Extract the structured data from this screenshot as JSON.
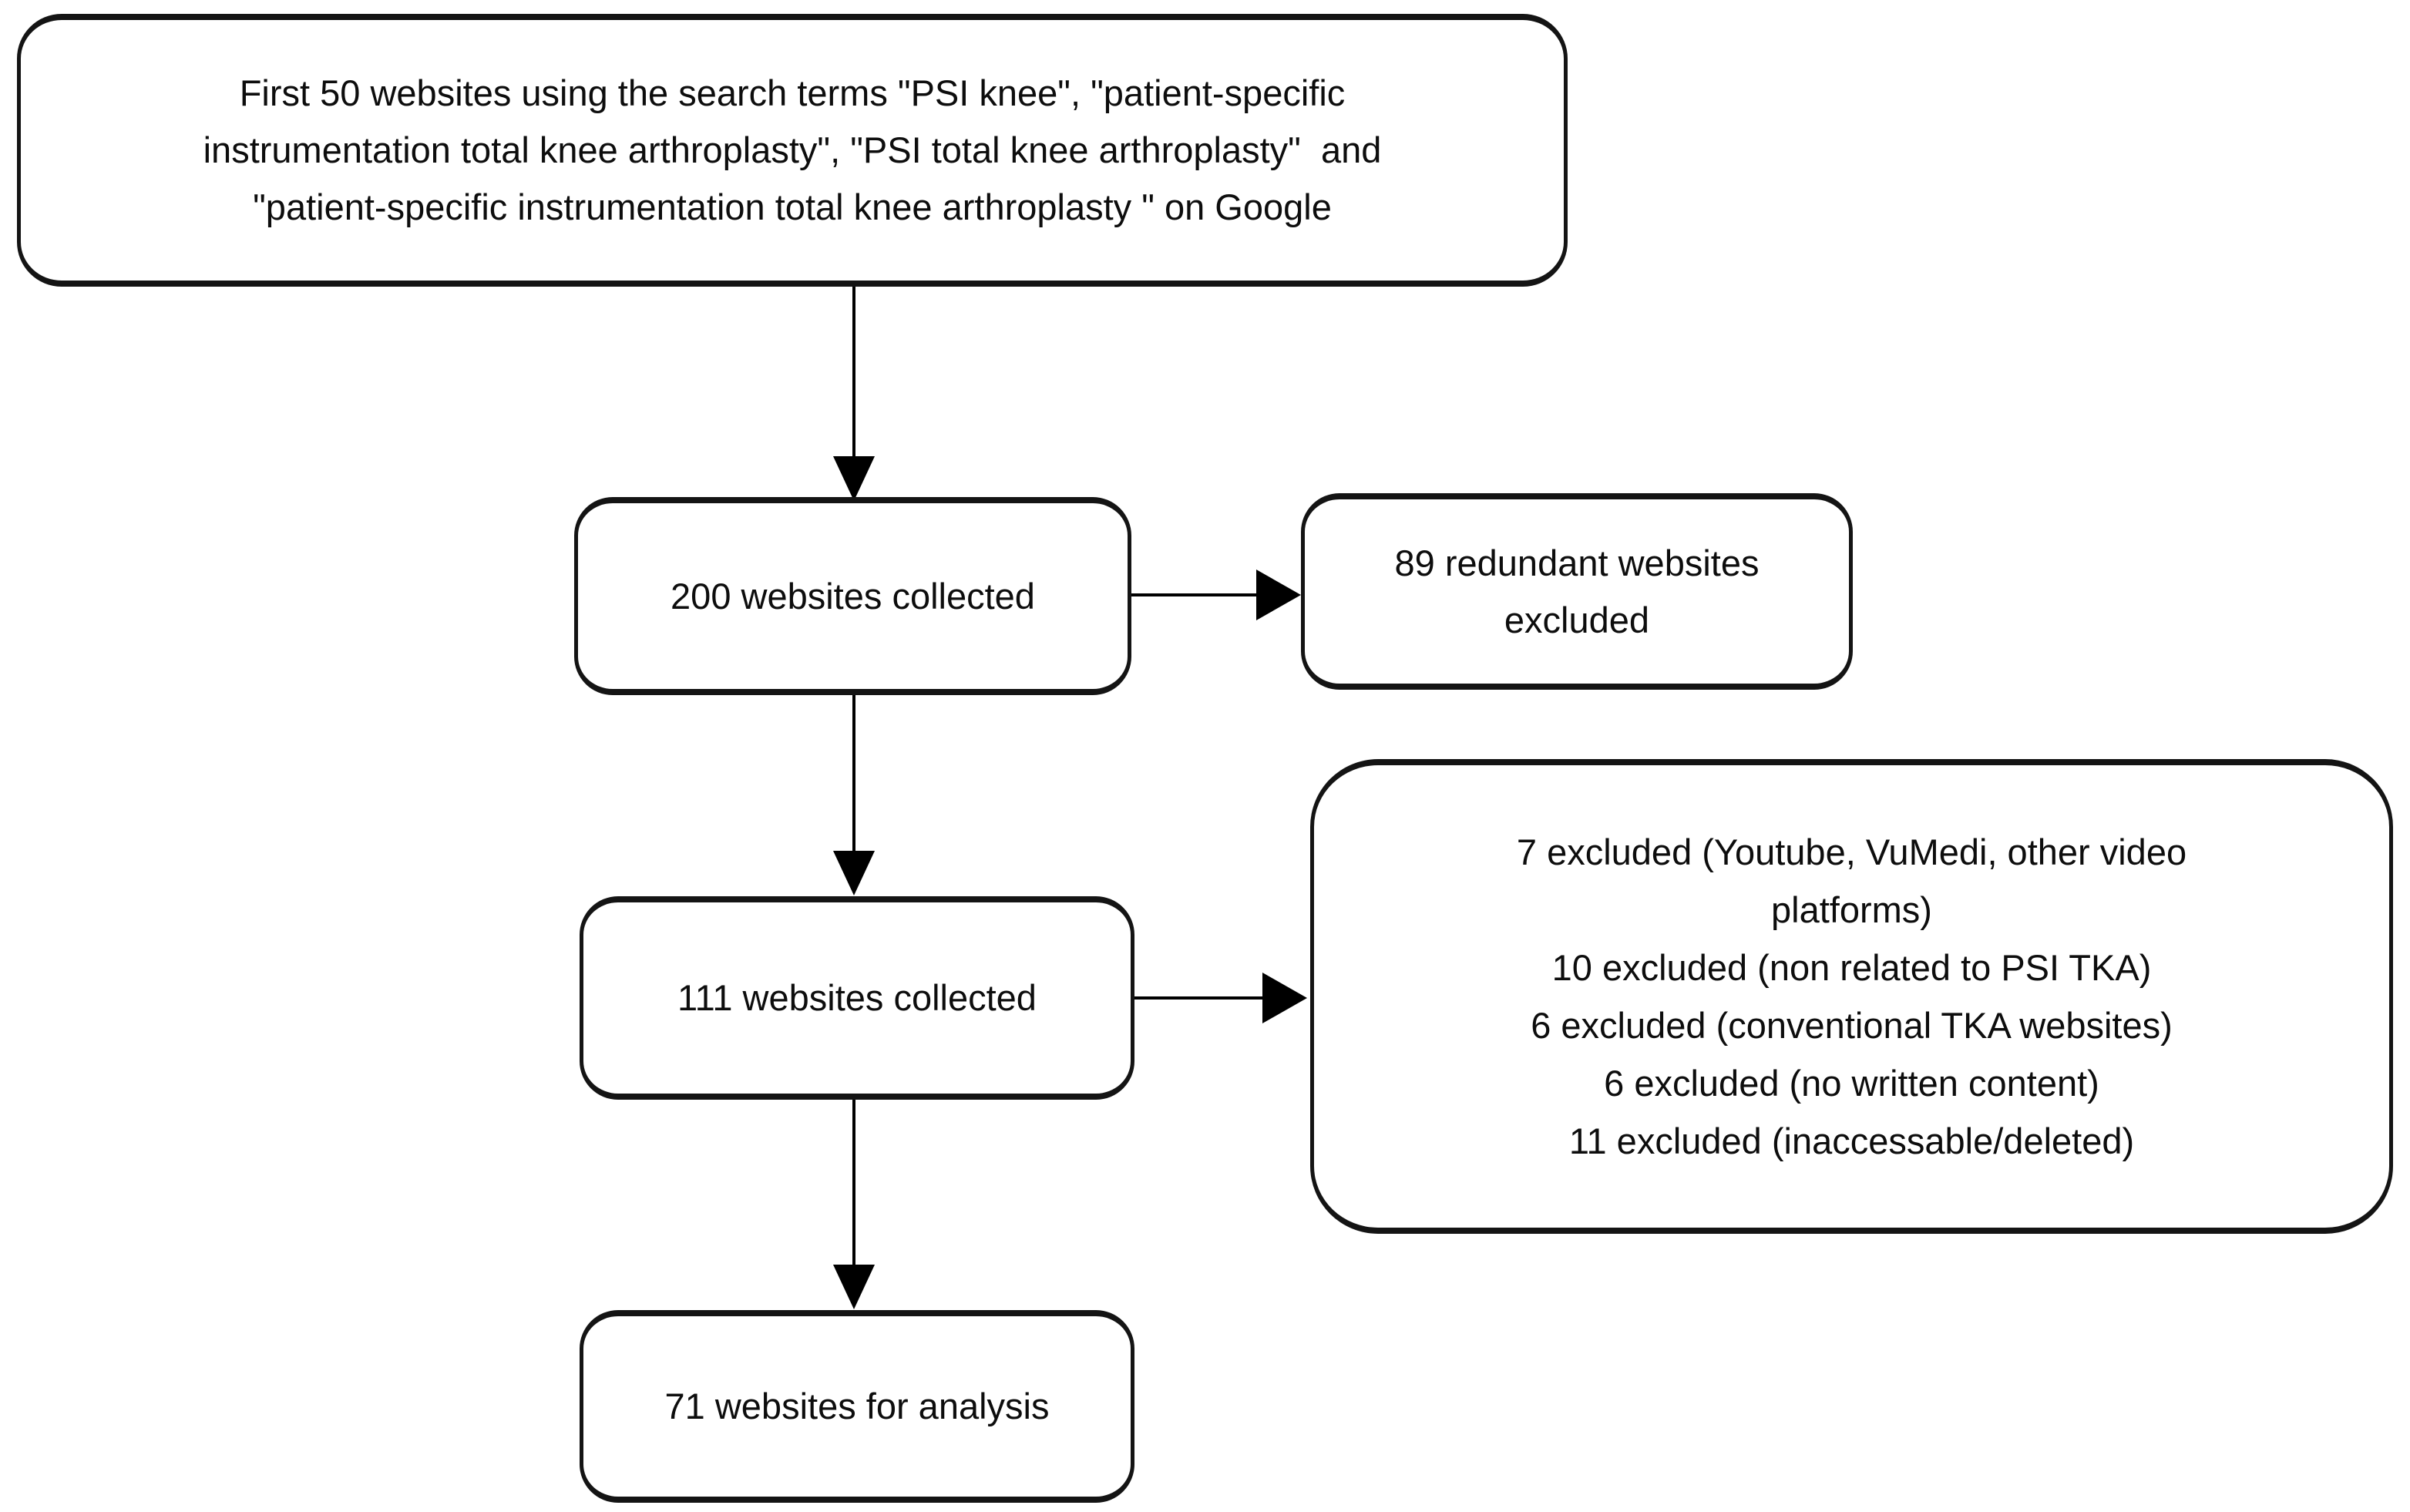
{
  "flowchart": {
    "search_box": {
      "lines": [
        "First 50 websites using the search terms \"PSI knee\", \"patient-specific",
        "instrumentation total knee arthroplasty\", \"PSI total knee arthroplasty\"  and",
        "\"patient-specific instrumentation total knee arthroplasty \" on Google"
      ]
    },
    "collected_200_box": {
      "label": "200 websites collected"
    },
    "redundant_box": {
      "label": "89 redundant websites excluded"
    },
    "collected_111_box": {
      "label": "111 websites collected"
    },
    "exclusion_box": {
      "lines": [
        "7 excluded (Youtube, VuMedi, other video",
        "platforms)",
        "10 excluded (non related to PSI TKA)",
        "6 excluded (conventional TKA websites)",
        "6 excluded (no written content)",
        "11 excluded (inaccessable/deleted)"
      ]
    },
    "analysis_box": {
      "label": "71 websites for analysis"
    },
    "colors": {
      "background": "#ffffff",
      "box_border": "#141414",
      "arrow": "#000000",
      "text": "#0d0d0d"
    }
  }
}
